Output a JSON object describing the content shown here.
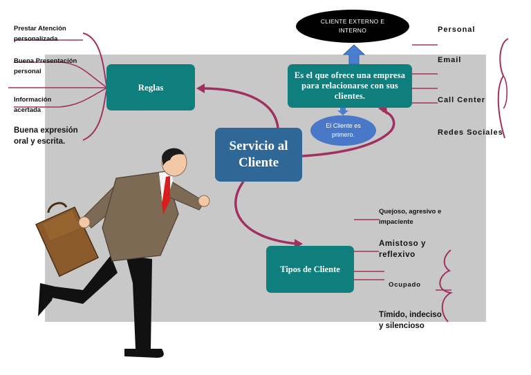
{
  "diagram": {
    "center": "Servicio al Cliente",
    "reglas": {
      "title": "Reglas",
      "items": [
        "Prestar Atención personalizada",
        "Buena Presentación personal",
        "Información acertada",
        "Buena expresión oral y escrita."
      ]
    },
    "definition": "Es el que ofrece una empresa para relacionarse con sus clientes.",
    "top_ellipse": "CLIENTE EXTERNO E INTERNO",
    "bubble": "El Cliente es primero.",
    "channels": [
      "Personal",
      "Email",
      "Call Center",
      "Redes Sociales"
    ],
    "tipos": {
      "title": "Tipos de Cliente",
      "items": [
        "Quejoso, agresivo e impaciente",
        "Amistoso y reflexivo",
        "Ocupado",
        "Tímido, indeciso y silencioso"
      ]
    }
  },
  "colors": {
    "teal": "#0e7f7c",
    "center_blue": "#2f6797",
    "ellipse_blue": "#4a78c8",
    "connector": "#a0305f",
    "panel_gray": "#c8c8c8"
  },
  "illustration": "running-businessman-with-briefcase"
}
